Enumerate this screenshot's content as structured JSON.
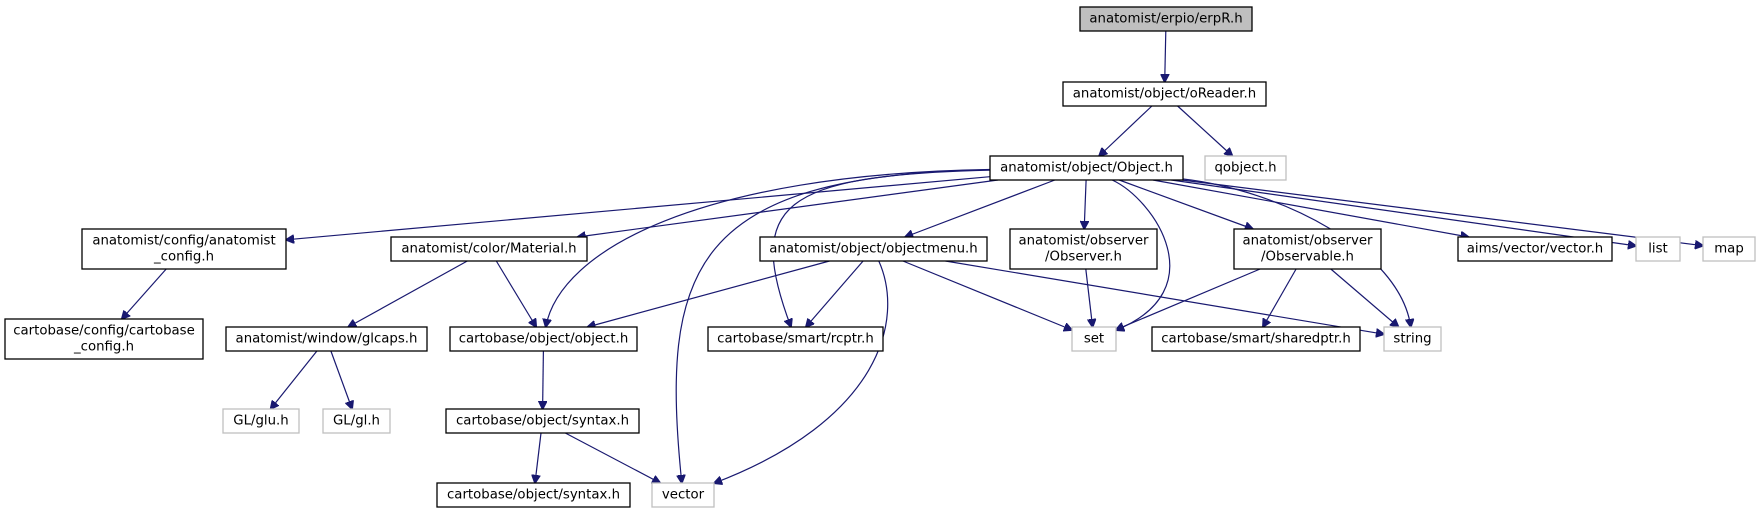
{
  "colors": {
    "edge": "#191970",
    "root_fill": "#bfbfbf",
    "node_border": "#000000",
    "missing_border": "#bfbfbf"
  },
  "nodes": {
    "erpR": {
      "lines": [
        "anatomist/erpio/erpR.h"
      ],
      "kind": "root"
    },
    "oReader": {
      "lines": [
        "anatomist/object/oReader.h"
      ],
      "kind": "file"
    },
    "Object": {
      "lines": [
        "anatomist/object/Object.h"
      ],
      "kind": "file"
    },
    "qobject": {
      "lines": [
        "qobject.h"
      ],
      "kind": "missing"
    },
    "anaconfig": {
      "lines": [
        "anatomist/config/anatomist",
        "_config.h"
      ],
      "kind": "file"
    },
    "Material": {
      "lines": [
        "anatomist/color/Material.h"
      ],
      "kind": "file"
    },
    "objectmenu": {
      "lines": [
        "anatomist/object/objectmenu.h"
      ],
      "kind": "file"
    },
    "Observer": {
      "lines": [
        "anatomist/observer",
        "/Observer.h"
      ],
      "kind": "file"
    },
    "Observable": {
      "lines": [
        "anatomist/observer",
        "/Observable.h"
      ],
      "kind": "file"
    },
    "aimsvector": {
      "lines": [
        "aims/vector/vector.h"
      ],
      "kind": "file"
    },
    "list": {
      "lines": [
        "list"
      ],
      "kind": "missing"
    },
    "map": {
      "lines": [
        "map"
      ],
      "kind": "missing"
    },
    "cartoconfig": {
      "lines": [
        "cartobase/config/cartobase",
        "_config.h"
      ],
      "kind": "file"
    },
    "glcaps": {
      "lines": [
        "anatomist/window/glcaps.h"
      ],
      "kind": "file"
    },
    "cobject": {
      "lines": [
        "cartobase/object/object.h"
      ],
      "kind": "file"
    },
    "rcptr": {
      "lines": [
        "cartobase/smart/rcptr.h"
      ],
      "kind": "file"
    },
    "set": {
      "lines": [
        "set"
      ],
      "kind": "missing"
    },
    "sharedptr": {
      "lines": [
        "cartobase/smart/sharedptr.h"
      ],
      "kind": "file"
    },
    "string": {
      "lines": [
        "string"
      ],
      "kind": "missing"
    },
    "glu": {
      "lines": [
        "GL/glu.h"
      ],
      "kind": "missing"
    },
    "gl": {
      "lines": [
        "GL/gl.h"
      ],
      "kind": "missing"
    },
    "syntax1": {
      "lines": [
        "cartobase/object/syntax.h"
      ],
      "kind": "file"
    },
    "syntax2": {
      "lines": [
        "cartobase/object/syntax.h"
      ],
      "kind": "file"
    },
    "vector": {
      "lines": [
        "vector"
      ],
      "kind": "missing"
    }
  },
  "edges": [
    [
      "erpR",
      "oReader"
    ],
    [
      "oReader",
      "Object"
    ],
    [
      "oReader",
      "qobject"
    ],
    [
      "Object",
      "anaconfig"
    ],
    [
      "Object",
      "Material"
    ],
    [
      "Object",
      "objectmenu"
    ],
    [
      "Object",
      "Observer"
    ],
    [
      "Object",
      "Observable"
    ],
    [
      "Object",
      "aimsvector"
    ],
    [
      "Object",
      "list"
    ],
    [
      "Object",
      "map"
    ],
    [
      "Object",
      "cobject"
    ],
    [
      "Object",
      "rcptr"
    ],
    [
      "Object",
      "set"
    ],
    [
      "Object",
      "string"
    ],
    [
      "Object",
      "vector"
    ],
    [
      "anaconfig",
      "cartoconfig"
    ],
    [
      "Material",
      "glcaps"
    ],
    [
      "Material",
      "cobject"
    ],
    [
      "glcaps",
      "glu"
    ],
    [
      "glcaps",
      "gl"
    ],
    [
      "objectmenu",
      "cobject"
    ],
    [
      "objectmenu",
      "rcptr"
    ],
    [
      "objectmenu",
      "set"
    ],
    [
      "objectmenu",
      "string"
    ],
    [
      "objectmenu",
      "vector"
    ],
    [
      "Observer",
      "set"
    ],
    [
      "Observable",
      "set"
    ],
    [
      "Observable",
      "sharedptr"
    ],
    [
      "Observable",
      "string"
    ],
    [
      "cobject",
      "syntax1"
    ],
    [
      "syntax1",
      "syntax2"
    ],
    [
      "syntax1",
      "vector"
    ]
  ]
}
